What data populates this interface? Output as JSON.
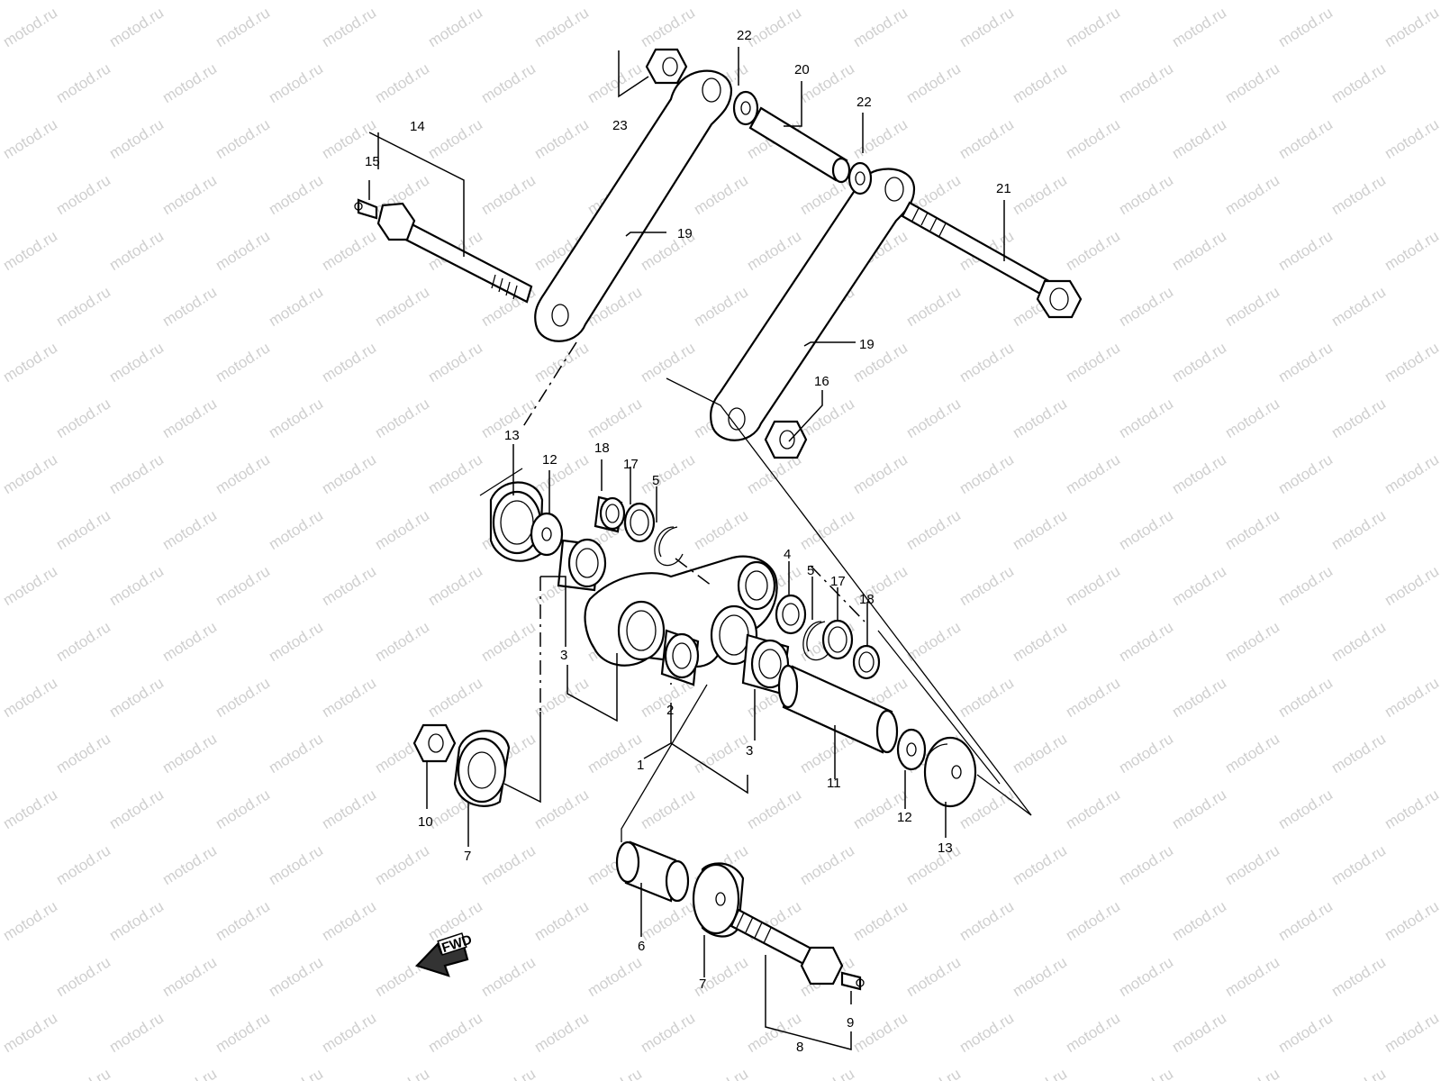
{
  "watermark": "motod.ru",
  "fwd_label": "FWD",
  "callouts": [
    "1",
    "2",
    "3",
    "3",
    "4",
    "5",
    "5",
    "6",
    "7",
    "7",
    "8",
    "9",
    "10",
    "11",
    "12",
    "12",
    "13",
    "13",
    "14",
    "15",
    "16",
    "17",
    "17",
    "18",
    "18",
    "19",
    "19",
    "20",
    "21",
    "22",
    "22",
    "23"
  ],
  "colors": {
    "line": "#000000",
    "watermark": "#cfcfcf",
    "background": "#ffffff"
  }
}
